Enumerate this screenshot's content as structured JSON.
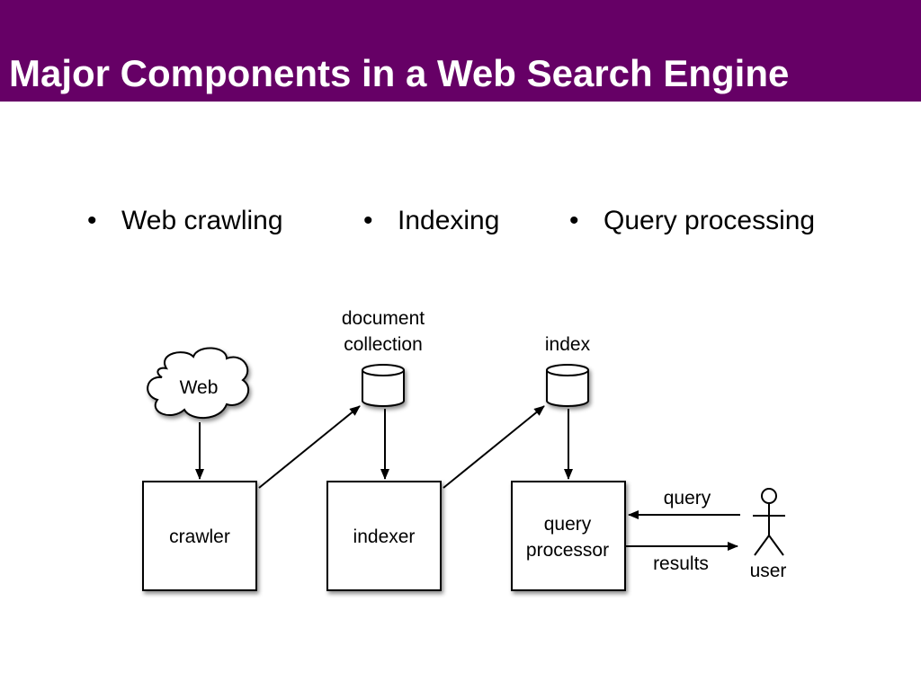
{
  "title": "Major Components in a Web Search Engine",
  "bullets": [
    {
      "marker": "•",
      "text": "Web crawling"
    },
    {
      "marker": "•",
      "text": "Indexing"
    },
    {
      "marker": "•",
      "text": "Query processing"
    }
  ],
  "diagram": {
    "web": "Web",
    "document_collection": [
      "document",
      "collection"
    ],
    "index": "index",
    "crawler": "crawler",
    "indexer": "indexer",
    "query_processor": [
      "query",
      "processor"
    ],
    "query_label": "query",
    "results_label": "results",
    "user": "user"
  },
  "colors": {
    "title_bar": "#660066",
    "title_text": "#ffffff"
  }
}
